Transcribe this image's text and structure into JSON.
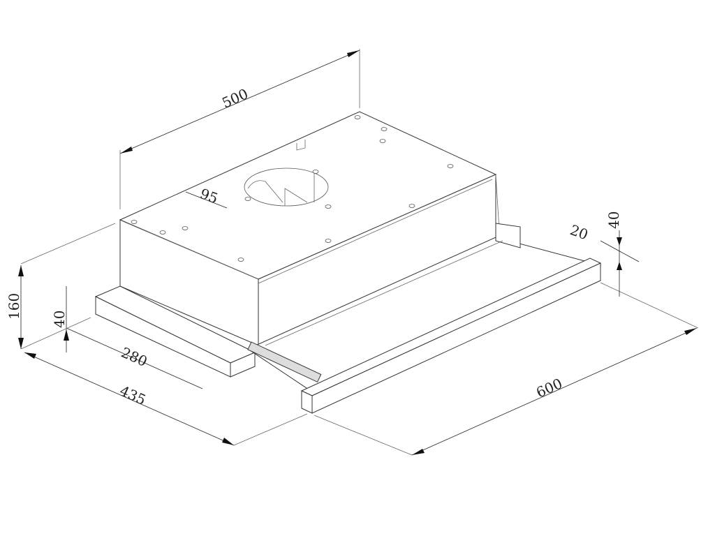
{
  "title": "Telescopic cooker hood dimension drawing",
  "dimensions": {
    "depth_top": "500",
    "duct_diameter": "95",
    "front_panel_depth": "20",
    "front_panel_height": "40",
    "total_height": "160",
    "lower_panel_height": "40",
    "lower_depth": "280",
    "body_depth": "435",
    "width": "600"
  }
}
